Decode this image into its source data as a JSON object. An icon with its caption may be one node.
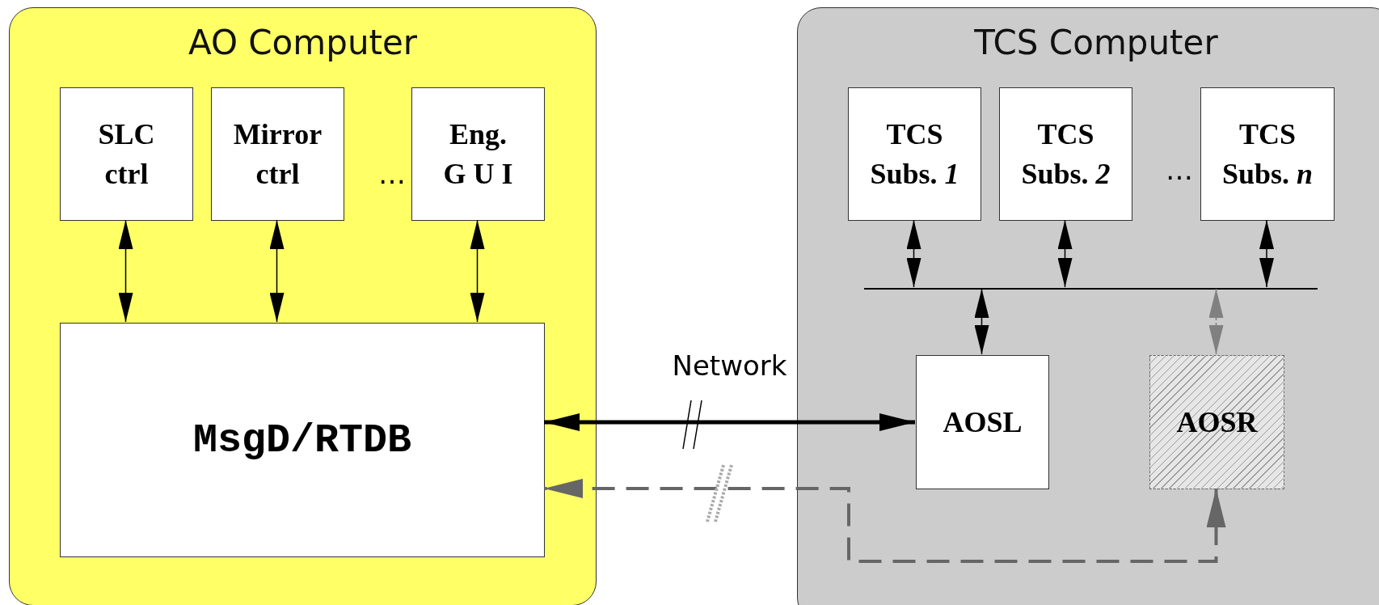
{
  "diagram": {
    "nodes": [
      {
        "text": [
          "AO Computer"
        ]
      },
      {
        "text": [
          "SLC ctrl"
        ],
        "in": 0
      },
      {
        "text": [
          "Mirror ctrl"
        ],
        "in": 0
      },
      {
        "text": [
          "Eng. G U I"
        ],
        "in": 0
      },
      {
        "text": [
          "MsgD/RTDB"
        ],
        "in": 0
      },
      {
        "text": [
          "TCS Computer"
        ]
      },
      {
        "text": [
          "TCS Subs. *1*"
        ],
        "in": 5
      },
      {
        "text": [
          "TCS Subs. *2*"
        ],
        "in": 5
      },
      {
        "text": [
          "TCS Subs. *n*"
        ],
        "in": 5
      },
      {
        "text": [],
        "shape": "bar",
        "in": 5
      },
      {
        "text": [
          "AOSL"
        ],
        "in": 5
      },
      {
        "text": [
          "AOSR"
        ],
        "in": 5
      }
    ],
    "edges": [
      {
        "from": 1,
        "to": 4,
        "arrow": "both"
      },
      {
        "from": 2,
        "to": 4,
        "arrow": "both"
      },
      {
        "from": 3,
        "to": 4,
        "arrow": "both"
      },
      {
        "from": 6,
        "to": 9,
        "arrow": "both"
      },
      {
        "from": 7,
        "to": 9,
        "arrow": "both"
      },
      {
        "from": 8,
        "to": 9,
        "arrow": "both"
      },
      {
        "from": 9,
        "to": 10,
        "arrow": "both"
      },
      {
        "from": 9,
        "to": 11,
        "arrow": "both",
        "style": "dashed",
        "color": "#808080"
      },
      {
        "from": 4,
        "to": 10,
        "arrow": "both",
        "label": "Network",
        "style": "thick"
      },
      {
        "from": 11,
        "to": 4,
        "arrow": "both",
        "style": "dashed",
        "color": "#666666"
      }
    ],
    "labels": [
      "…",
      "…"
    ]
  }
}
